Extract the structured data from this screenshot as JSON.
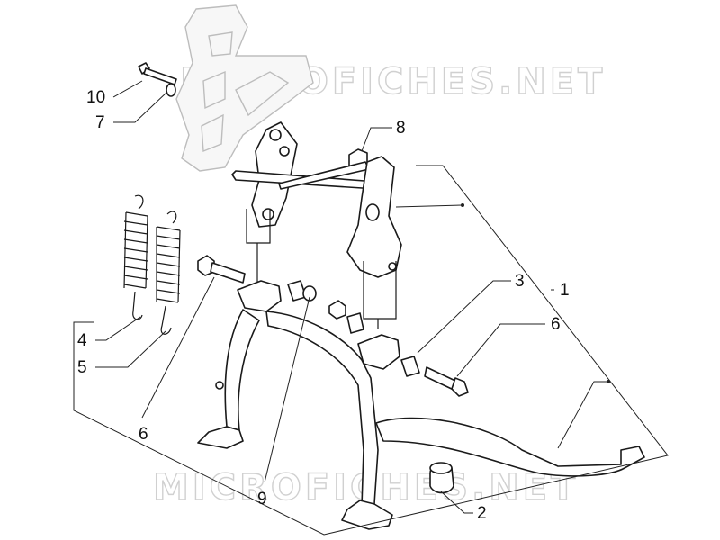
{
  "watermark": "MICROFICHES.NET",
  "callouts": [
    {
      "id": "10",
      "label": "10"
    },
    {
      "id": "7",
      "label": "7"
    },
    {
      "id": "8",
      "label": "8"
    },
    {
      "id": "3",
      "label": "3"
    },
    {
      "id": "1",
      "label": "1"
    },
    {
      "id": "6a",
      "label": "6"
    },
    {
      "id": "4",
      "label": "4"
    },
    {
      "id": "5",
      "label": "5"
    },
    {
      "id": "6b",
      "label": "6"
    },
    {
      "id": "9",
      "label": "9"
    },
    {
      "id": "2",
      "label": "2"
    }
  ]
}
